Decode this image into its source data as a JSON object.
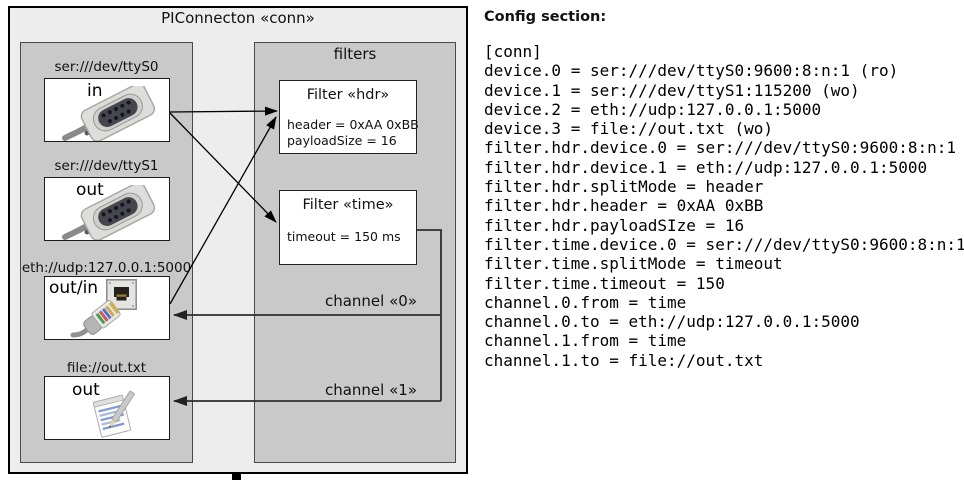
{
  "diagram": {
    "title": "PIConnecton «conn»",
    "devices": [
      {
        "label": "ser:///dev/ttyS0",
        "mode": "in",
        "icon": "serial-port-photo"
      },
      {
        "label": "ser:///dev/ttyS1",
        "mode": "out",
        "icon": "serial-port-photo"
      },
      {
        "label": "eth://udp:127.0.0.1:5000",
        "mode": "out/in",
        "icon": "ethernet-jack-and-cable-photo"
      },
      {
        "label": "file://out.txt",
        "mode": "out",
        "icon": "notepad-pencil-icon"
      }
    ],
    "filters_title": "filters",
    "filters": [
      {
        "title": "Filter «hdr»",
        "properties": [
          "header = 0xAA 0xBB",
          "payloadSize = 16"
        ]
      },
      {
        "title": "Filter «time»",
        "properties": [
          "timeout = 150 ms"
        ]
      }
    ],
    "channels": [
      {
        "label": "channel «0»"
      },
      {
        "label": "channel «1»"
      }
    ]
  },
  "config": {
    "heading": "Config section:",
    "lines": [
      "[conn]",
      "device.0 = ser:///dev/ttyS0:9600:8:n:1 (ro)",
      "device.1 = ser:///dev/ttyS1:115200 (wo)",
      "device.2 = eth://udp:127.0.0.1:5000",
      "device.3 = file://out.txt (wo)",
      "filter.hdr.device.0 = ser:///dev/ttyS0:9600:8:n:1",
      "filter.hdr.device.1 = eth://udp:127.0.0.1:5000",
      "filter.hdr.splitMode = header",
      "filter.hdr.header = 0xAA 0xBB",
      "filter.hdr.payloadSIze = 16",
      "filter.time.device.0 = ser:///dev/ttyS0:9600:8:n:1",
      "filter.time.splitMode = timeout",
      "filter.time.timeout = 150",
      "channel.0.from = time",
      "channel.0.to = eth://udp:127.0.0.1:5000",
      "channel.1.from = time",
      "channel.1.to = file://out.txt"
    ]
  },
  "colors": {
    "outer_background": "#ededed",
    "panel_background": "#c9c9c9",
    "box_background": "#ffffff",
    "border": "#000000",
    "line": "#2e2e2e",
    "text": "#111111"
  }
}
